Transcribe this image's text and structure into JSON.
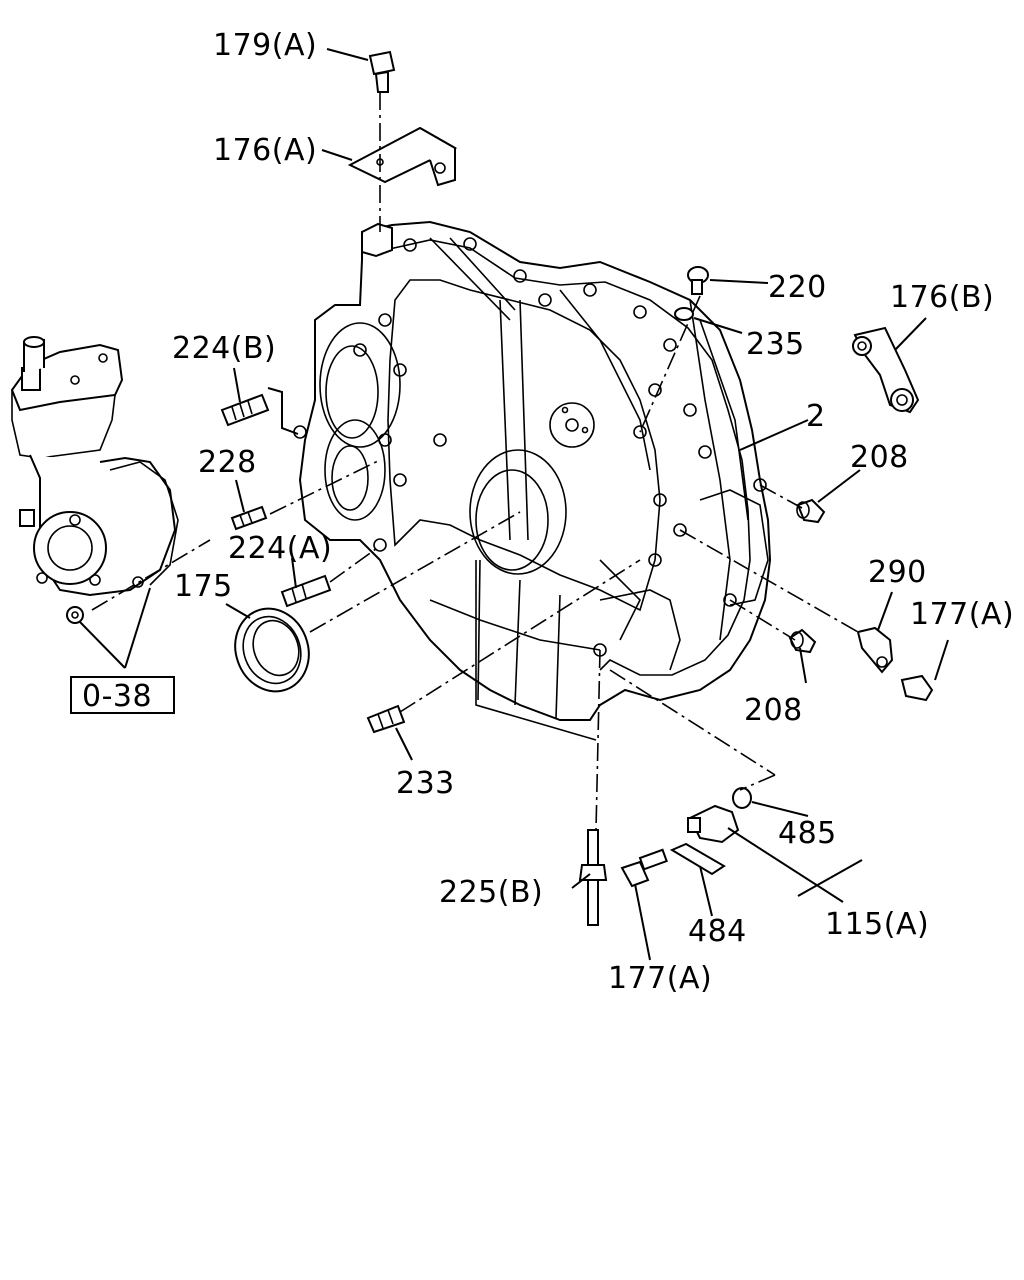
{
  "labels": {
    "p179a": "179(A)",
    "p176a": "176(A)",
    "p220": "220",
    "p235": "235",
    "p176b": "176(B)",
    "p224b": "224(B)",
    "p2": "2",
    "p228": "228",
    "p208_top": "208",
    "p224a": "224(A)",
    "p290": "290",
    "p175": "175",
    "p177a_right": "177(A)",
    "p208_bottom": "208",
    "p233": "233",
    "p485": "485",
    "p225b": "225(B)",
    "p484": "484",
    "p115a": "115(A)",
    "p177a_bottom": "177(A)",
    "ref_box": "0-38"
  }
}
